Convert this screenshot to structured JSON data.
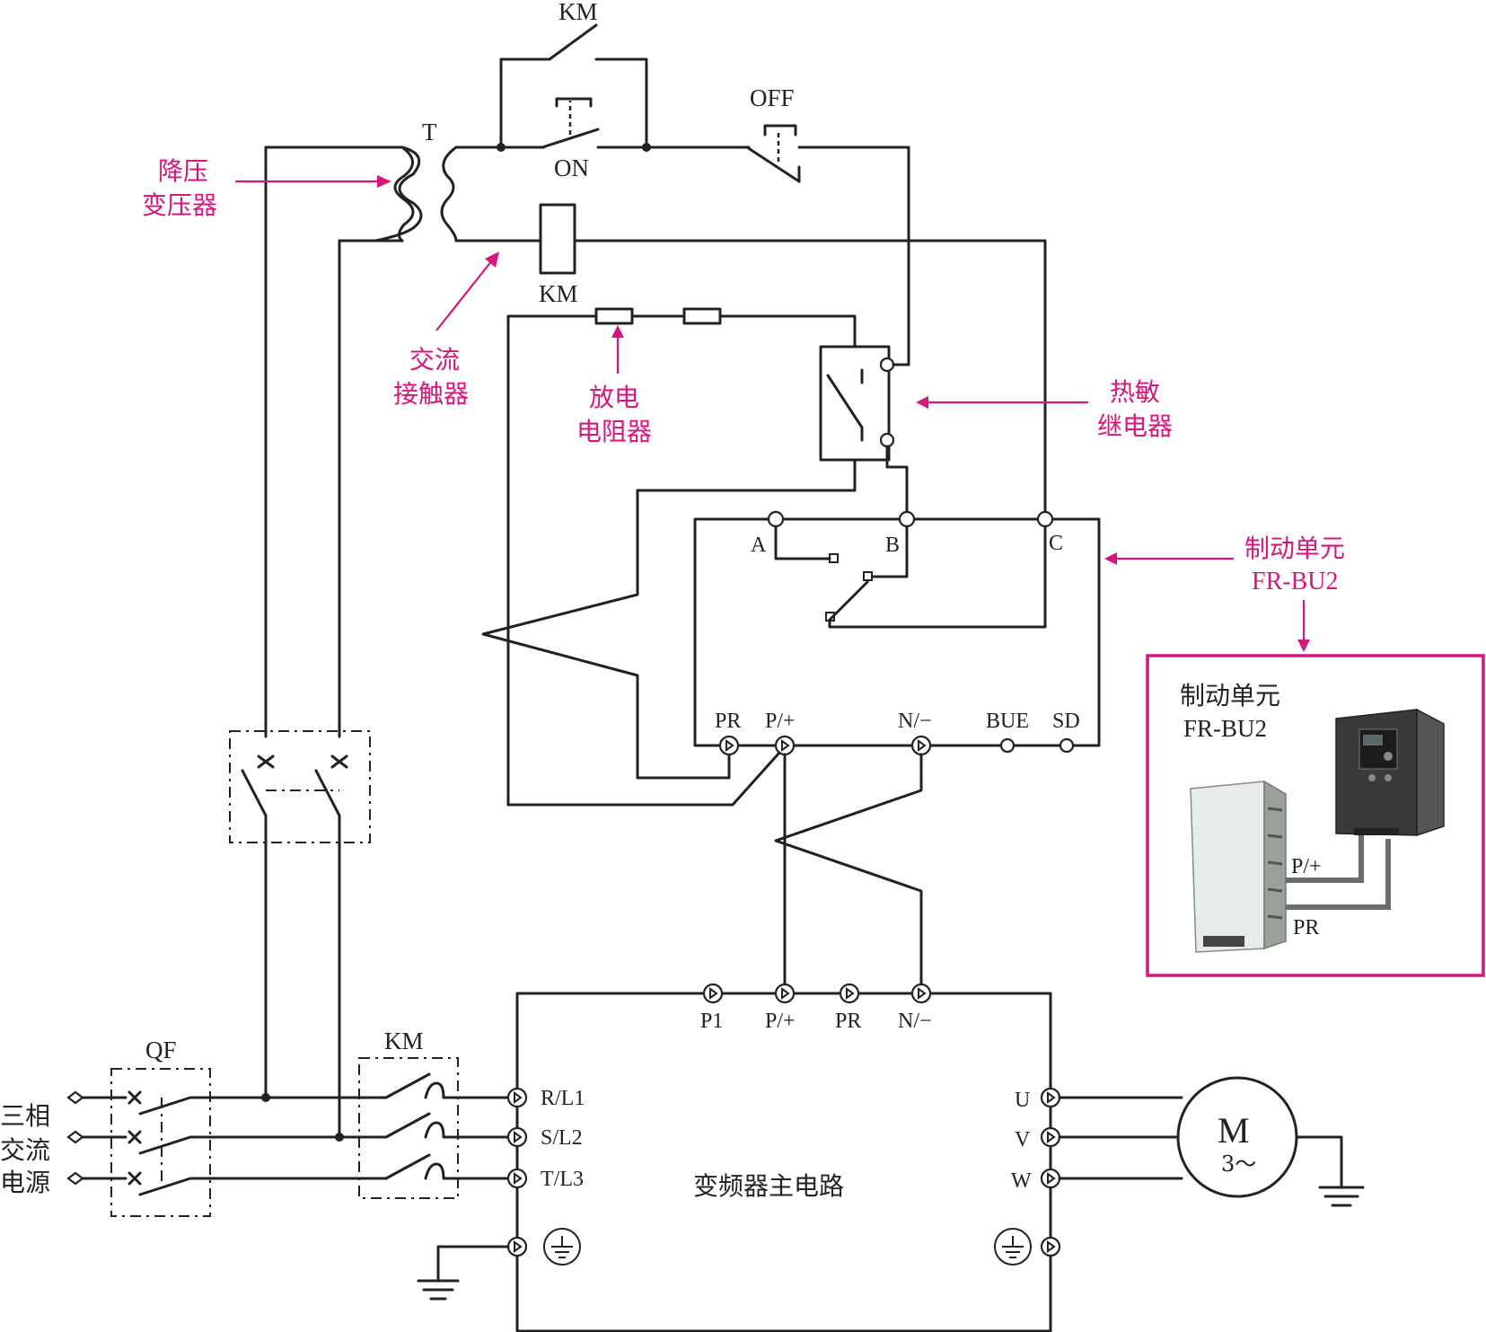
{
  "transformer": {
    "label": "T",
    "callout": [
      "降压",
      "变压器"
    ]
  },
  "contactor": {
    "label": "KM",
    "callout": [
      "交流",
      "接触器"
    ]
  },
  "buttons": {
    "on": "ON",
    "off": "OFF",
    "km_aux": "KM"
  },
  "resistor": {
    "callout": [
      "放电",
      "电阻器"
    ]
  },
  "thermal_relay": {
    "callout": [
      "热敏",
      "继电器"
    ]
  },
  "brake_unit": {
    "callout": [
      "制动单元",
      "FR-BU2"
    ],
    "terminals_top": [
      "A",
      "B",
      "C"
    ],
    "terminals_bottom": [
      "PR",
      "P/+",
      "N/−",
      "BUE",
      "SD"
    ]
  },
  "inset": {
    "title": [
      "制动单元",
      "FR-BU2"
    ],
    "wire_labels": [
      "P/+",
      "PR"
    ]
  },
  "breaker": {
    "label": "QF"
  },
  "main_contactor": {
    "label": "KM"
  },
  "supply": {
    "label": [
      "三相",
      "交流",
      "电源"
    ]
  },
  "inverter": {
    "title": "变频器主电路",
    "dc_terminals": [
      "P1",
      "P/+",
      "PR",
      "N/−"
    ],
    "input_terminals": [
      "R/L1",
      "S/L2",
      "T/L3"
    ],
    "output_terminals": [
      "U",
      "V",
      "W"
    ]
  },
  "motor": {
    "label": "M",
    "sub": "3～"
  },
  "colors": {
    "accent": "#d6167d",
    "line": "#222222"
  }
}
